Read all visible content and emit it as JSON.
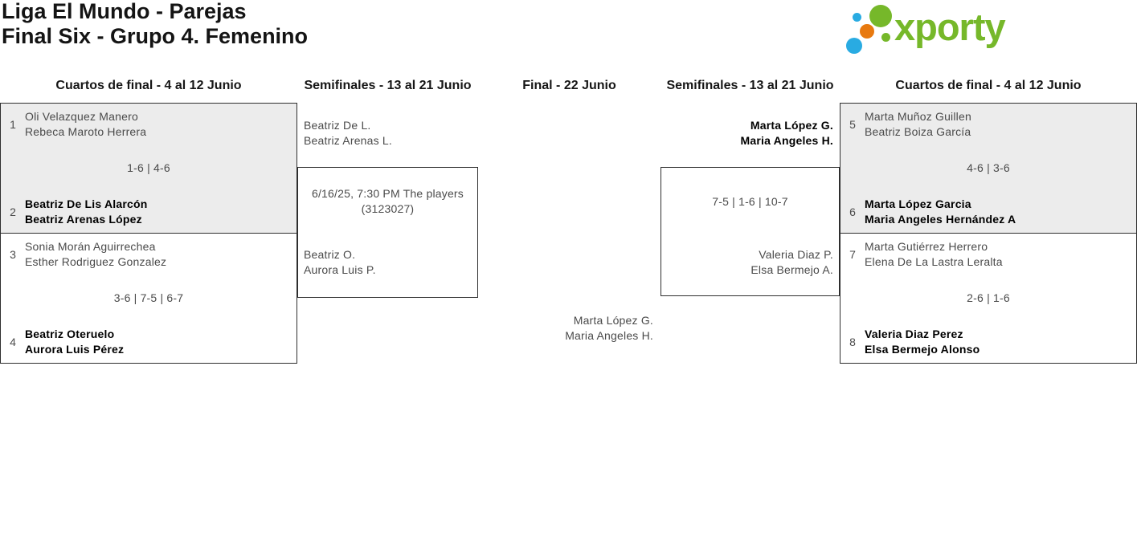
{
  "page": {
    "title_line1": "Liga El Mundo - Parejas",
    "title_line2": "Final Six - Grupo 4. Femenino"
  },
  "logo": {
    "text": "xporty",
    "colors": {
      "green": "#76b82a",
      "blue": "#29abe2",
      "orange": "#e8790f"
    }
  },
  "round_headers": {
    "qf_left": "Cuartos de final - 4 al 12 Junio",
    "sf_left": "Semifinales - 13 al 21 Junio",
    "final": "Final - 22 Junio",
    "sf_right": "Semifinales - 13 al 21 Junio",
    "qf_right": "Cuartos de final - 4 al 12 Junio"
  },
  "bracket": {
    "qf_left": [
      {
        "top": {
          "seed": "1",
          "player1": "Oli Velazquez Manero",
          "player2": "Rebeca Maroto Herrera",
          "winner": false
        },
        "score": "1-6 | 4-6",
        "bottom": {
          "seed": "2",
          "player1": "Beatriz De Lis Alarcón",
          "player2": "Beatriz Arenas López",
          "winner": true
        }
      },
      {
        "top": {
          "seed": "3",
          "player1": "Sonia Morán Aguirrechea",
          "player2": "Esther Rodriguez Gonzalez",
          "winner": false
        },
        "score": "3-6 | 7-5 | 6-7",
        "bottom": {
          "seed": "4",
          "player1": "Beatriz Oteruelo",
          "player2": "Aurora Luis Pérez",
          "winner": true
        }
      }
    ],
    "qf_right": [
      {
        "top": {
          "seed": "5",
          "player1": "Marta Muñoz Guillen",
          "player2": "Beatriz Boiza García",
          "winner": false
        },
        "score": "4-6 | 3-6",
        "bottom": {
          "seed": "6",
          "player1": "Marta López Garcia",
          "player2": "Maria Angeles Hernández A",
          "winner": true
        }
      },
      {
        "top": {
          "seed": "7",
          "player1": "Marta Gutiérrez Herrero",
          "player2": "Elena De La Lastra Leralta",
          "winner": false
        },
        "score": "2-6 | 1-6",
        "bottom": {
          "seed": "8",
          "player1": "Valeria Diaz Perez",
          "player2": "Elsa Bermejo Alonso",
          "winner": true
        }
      }
    ],
    "sf_left": {
      "top_player1": "Beatriz De L.",
      "top_player2": "Beatriz Arenas L.",
      "info_line1": "6/16/25, 7:30 PM The players",
      "info_line2": "(3123027)",
      "bottom_player1": "Beatriz O.",
      "bottom_player2": "Aurora Luis P."
    },
    "sf_right": {
      "top_player1": "Marta López G.",
      "top_player2": "Maria Angeles H.",
      "top_winner": true,
      "score": "7-5 | 1-6 | 10-7",
      "bottom_player1": "Valeria Diaz P.",
      "bottom_player2": "Elsa Bermejo A."
    },
    "final": {
      "winner_player1": "Marta López G.",
      "winner_player2": "Maria Angeles H."
    }
  }
}
